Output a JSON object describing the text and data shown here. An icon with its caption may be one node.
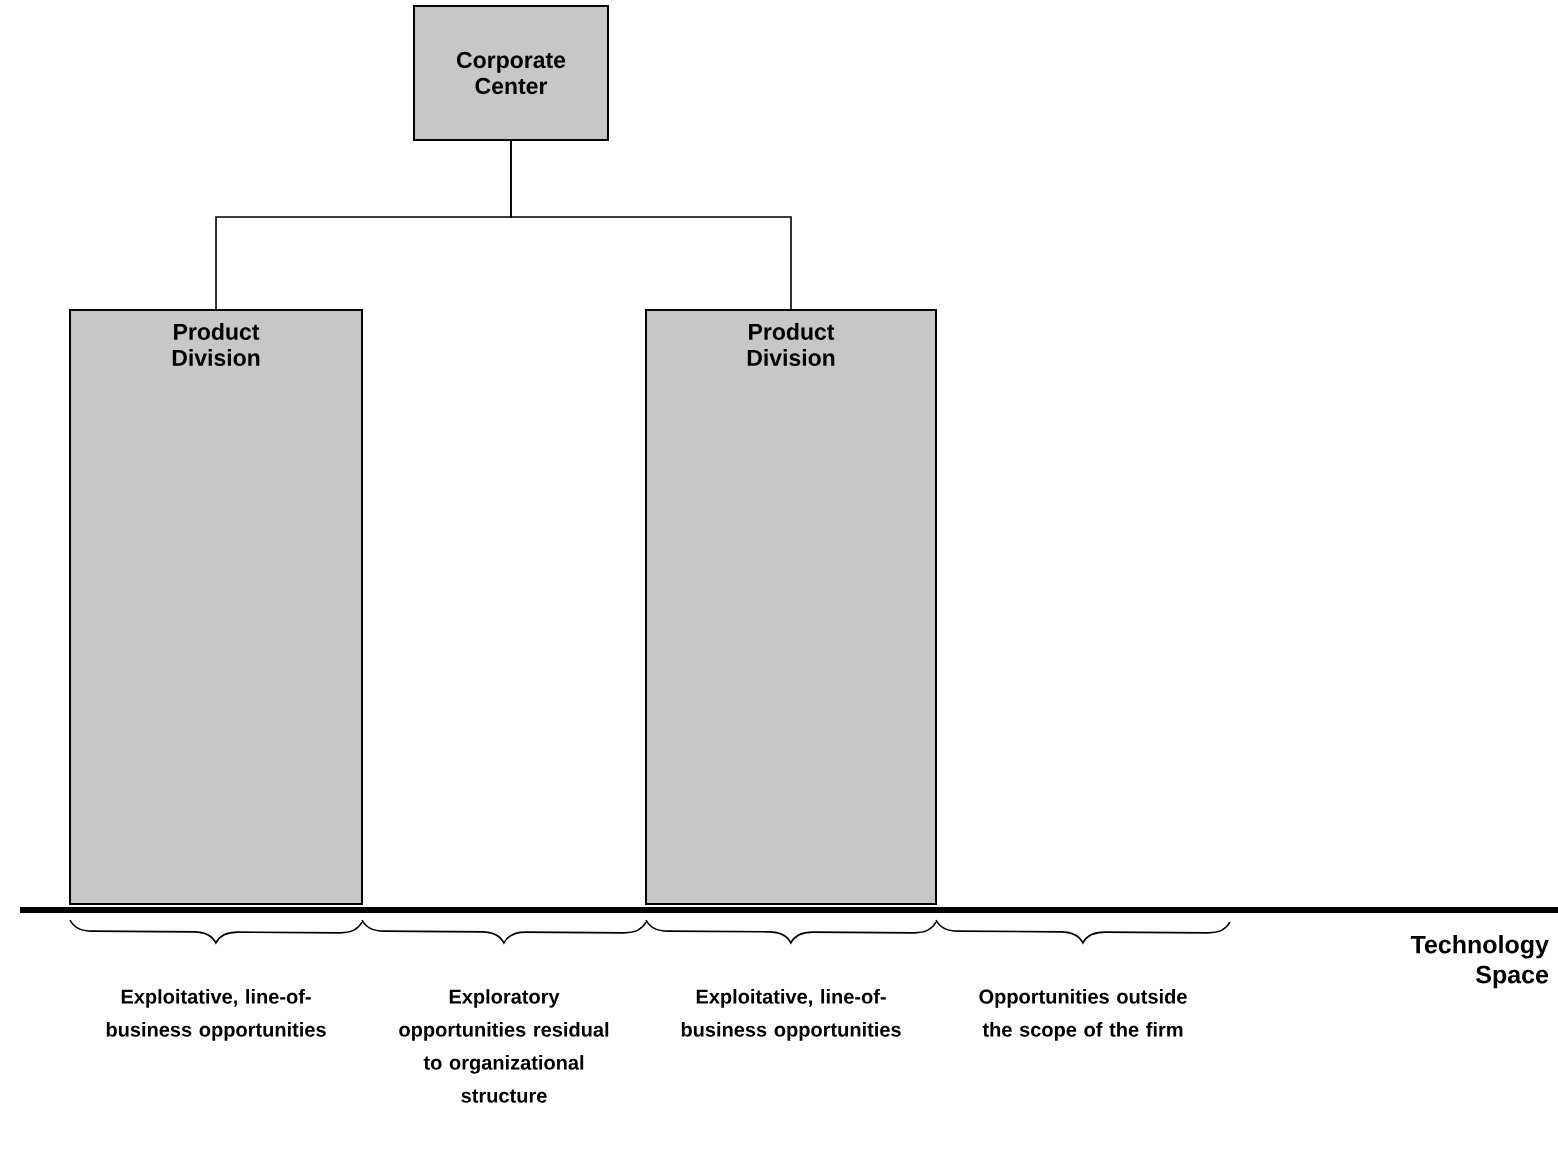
{
  "diagram": {
    "nodes": [
      {
        "text": [
          "Corporate Center"
        ]
      },
      {
        "text": [
          "Product Division"
        ]
      },
      {
        "text": [
          "Product Division"
        ]
      }
    ],
    "edges": [
      {
        "from": 0,
        "to": 1,
        "arrow": "none"
      },
      {
        "from": 0,
        "to": 2,
        "arrow": "none"
      }
    ],
    "labels": [
      "Exploitative, line-of-business opportunities",
      "Exploratory opportunities residual to organizational structure",
      "Exploitative, line-of-business opportunities",
      "Opportunities outside the scope of the firm",
      "Technology Space"
    ]
  }
}
